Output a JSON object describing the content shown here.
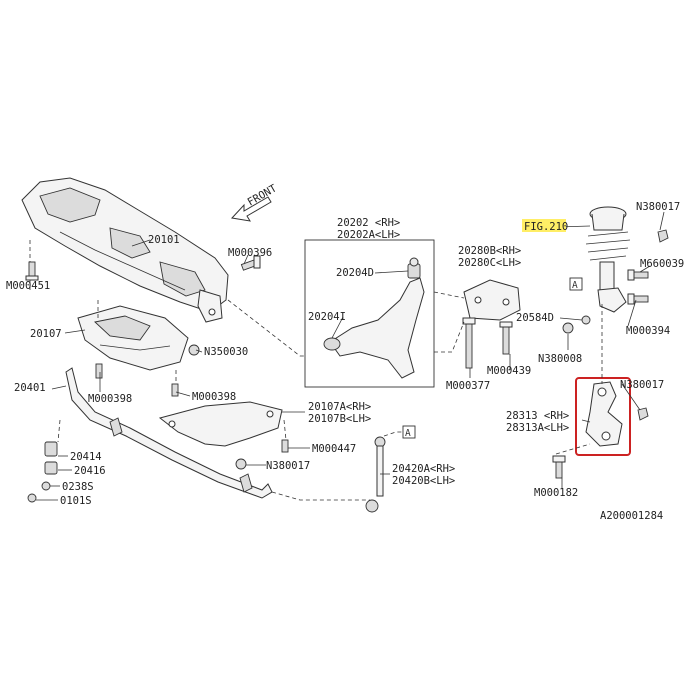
{
  "diagram": {
    "front_arrow_label": "FRONT",
    "fig_reference": "FIG.210",
    "doc_code": "A200001284",
    "marker_letter": "A",
    "labels": {
      "p20101": "20101",
      "m000396": "M000396",
      "m000451": "M000451",
      "p20107": "20107",
      "n350030": "N350030",
      "m000398_a": "M000398",
      "m000398_b": "M000398",
      "p20401": "20401",
      "p20202_rh": "20202 <RH>",
      "p20202a_lh": "20202A<LH>",
      "p20204d": "20204D",
      "p20204i": "20204I",
      "p20280b_rh": "20280B<RH>",
      "p20280c_lh": "20280C<LH>",
      "p20584d": "20584D",
      "m000377": "M000377",
      "m000439": "M000439",
      "n380017_top": "N380017",
      "m660039": "M660039",
      "m000394": "M000394",
      "n380008": "N380008",
      "n380017_mid": "N380017",
      "p28313_rh": "28313 <RH>",
      "p28313a_lh": "28313A<LH>",
      "m000182": "M000182",
      "p20107a_rh": "20107A<RH>",
      "p20107b_lh": "20107B<LH>",
      "m000447": "M000447",
      "n380017_bot": "N380017",
      "p20420a_rh": "20420A<RH>",
      "p20420b_lh": "20420B<LH>",
      "p20414": "20414",
      "p20416": "20416",
      "p0238s": "0238S",
      "p0101s": "0101S"
    },
    "colors": {
      "highlight": "#ffee66",
      "callout_box": "#cc2222",
      "line": "#333333"
    }
  }
}
